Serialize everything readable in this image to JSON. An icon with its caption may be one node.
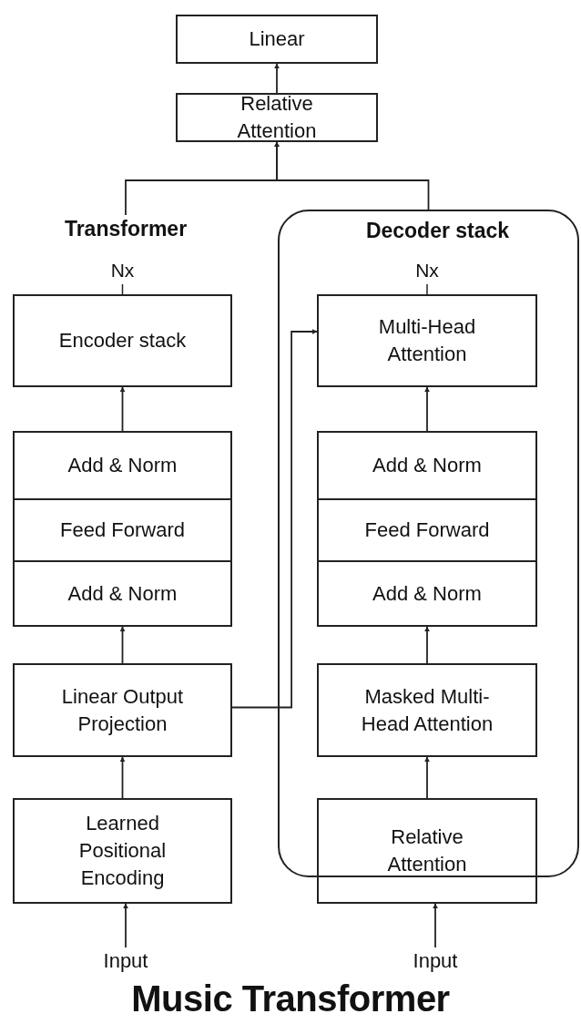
{
  "diagram": {
    "title": "Music Transformer",
    "nodes": [
      {
        "text": [
          "Linear"
        ]
      },
      {
        "text": [
          "Relative Attention"
        ]
      },
      {
        "text": [
          "Decoder stack"
        ]
      },
      {
        "text": [
          "Transformer"
        ]
      },
      {
        "text": [
          "Encoder stack"
        ],
        "beside": [
          "Nx"
        ]
      },
      {
        "text": [
          "Add & Norm"
        ]
      },
      {
        "text": [
          "Feed Forward"
        ]
      },
      {
        "text": [
          "Add & Norm"
        ]
      },
      {
        "text": [
          "Linear Output Projection"
        ]
      },
      {
        "text": [
          "Learned Positional Encoding"
        ]
      },
      {
        "text": [
          "Input"
        ]
      },
      {
        "text": [
          "Multi-Head Attention"
        ],
        "in": 2,
        "beside": [
          "Nx"
        ]
      },
      {
        "text": [
          "Add & Norm"
        ],
        "in": 2
      },
      {
        "text": [
          "Feed Forward"
        ],
        "in": 2
      },
      {
        "text": [
          "Add & Norm"
        ],
        "in": 2
      },
      {
        "text": [
          "Masked Multi-Head Attention"
        ],
        "in": 2
      },
      {
        "text": [
          "Relative Attention"
        ]
      },
      {
        "text": [
          "Input"
        ]
      }
    ],
    "edges": [
      {
        "from": 1,
        "to": 0,
        "arrow": "to"
      },
      {
        "from": 3,
        "to": 1,
        "arrow": "to"
      },
      {
        "from": 2,
        "to": 1,
        "arrow": "to"
      },
      {
        "from": 5,
        "to": 4,
        "arrow": "to"
      },
      {
        "from": 8,
        "to": 7,
        "arrow": "to"
      },
      {
        "from": 9,
        "to": 8,
        "arrow": "to"
      },
      {
        "from": 10,
        "to": 9,
        "arrow": "to"
      },
      {
        "from": 12,
        "to": 11,
        "arrow": "to"
      },
      {
        "from": 15,
        "to": 14,
        "arrow": "to"
      },
      {
        "from": 16,
        "to": 15,
        "arrow": "to"
      },
      {
        "from": 17,
        "to": 16,
        "arrow": "to"
      },
      {
        "from": 8,
        "to": 11,
        "arrow": "to"
      }
    ]
  }
}
